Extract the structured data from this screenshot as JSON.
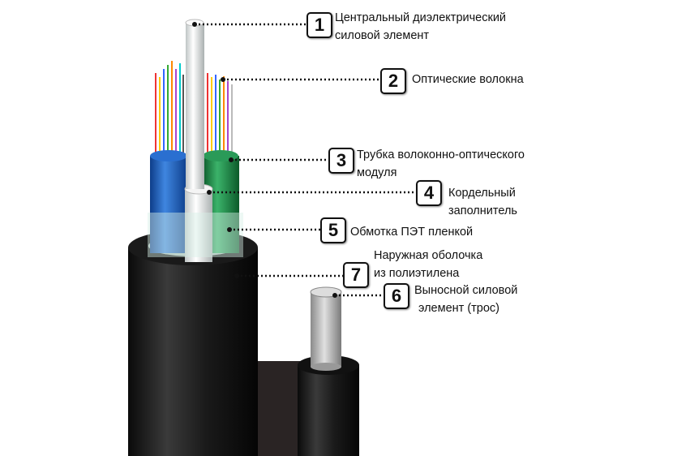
{
  "callouts": [
    {
      "number": "1",
      "lines": [
        "Центральный диэлектрический",
        "силовой элемент"
      ]
    },
    {
      "number": "2",
      "lines": [
        "Оптические волокна"
      ]
    },
    {
      "number": "3",
      "lines": [
        "Трубка волоконно-оптического",
        "модуля"
      ]
    },
    {
      "number": "4",
      "lines": [
        "Кордельный",
        "заполнитель"
      ]
    },
    {
      "number": "5",
      "lines": [
        "Обмотка ПЭТ пленкой"
      ]
    },
    {
      "number": "7",
      "lines": [
        "Наружная оболочка",
        "из полиэтилена"
      ]
    },
    {
      "number": "6",
      "lines": [
        "Выносной силовой",
        "элемент (трос)"
      ]
    }
  ],
  "colors": {
    "sheath": "#151515",
    "tube_blue": "#1f5fb5",
    "tube_green": "#1f8a4a",
    "rod": "#e8ece8",
    "steel": "#b5b5b5"
  }
}
